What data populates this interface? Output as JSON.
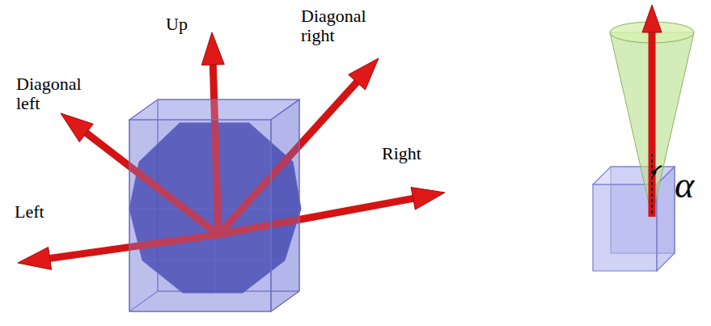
{
  "diagram": {
    "labels": [
      "Up",
      "Diagonal right",
      "Diagonal left",
      "Right",
      "Left",
      "α"
    ]
  }
}
